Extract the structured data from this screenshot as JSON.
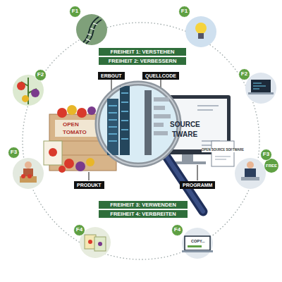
{
  "diagram": {
    "nodes": [
      {
        "text": [
          "F1"
        ]
      },
      {
        "text": [
          "F1"
        ]
      },
      {
        "text": [
          "FREIHEIT 1: VERSTEHEN"
        ]
      },
      {
        "text": [
          "FREIHEIT 2: VERBESSERN"
        ]
      },
      {
        "text": [
          "F2"
        ]
      },
      {
        "text": [
          "F2"
        ]
      },
      {
        "text": [
          "ERBGUT"
        ]
      },
      {
        "text": [
          "QUELLCODE"
        ]
      },
      {
        "text": [
          "F3"
        ]
      },
      {
        "text": [
          "F3"
        ]
      },
      {
        "text": [
          "PRODUKT"
        ]
      },
      {
        "text": [
          "PROGRAMM"
        ]
      },
      {
        "text": [
          "FREIHEIT 3: VERWENDEN"
        ]
      },
      {
        "text": [
          "FREIHEIT 4: VERBREITEN"
        ]
      },
      {
        "text": [
          "F4"
        ]
      },
      {
        "text": [
          "F4"
        ]
      }
    ],
    "labels": [
      "OPEN",
      "TOMATO",
      "SOURCE",
      "TWARE",
      "OPEN SOURCE SOFTWARE",
      "FREE",
      "COPY..."
    ]
  }
}
